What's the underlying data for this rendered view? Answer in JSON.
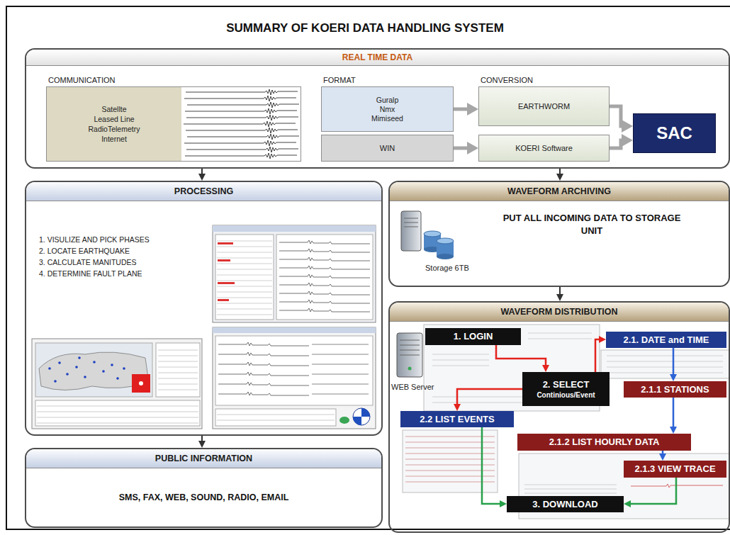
{
  "diagram": {
    "title": "SUMMARY OF KOERI DATA HANDLING SYSTEM",
    "nodes": [
      {
        "text": [
          "REAL TIME DATA"
        ]
      },
      {
        "text": [
          "COMMUNICATION",
          "Satellte",
          "Leased Line",
          "RadioTelemetry",
          "Internet"
        ],
        "in": 0
      },
      {
        "text": [
          "FORMAT",
          "Guralp",
          "Nmx",
          "Mimiseed"
        ],
        "in": 0
      },
      {
        "text": [
          "WIN"
        ],
        "in": 0
      },
      {
        "text": [
          "CONVERSION",
          "EARTHWORM"
        ],
        "in": 0
      },
      {
        "text": [
          "KOERI Software"
        ],
        "in": 0
      },
      {
        "text": [
          "SAC"
        ],
        "in": 0
      },
      {
        "text": [
          "PROCESSING",
          "1. VISULIZE AND PICK PHASES",
          "2. LOCATE EARTHQUAKE",
          "3. CALCULATE MANITUDES",
          "4. DETERMINE FAULT PLANE"
        ]
      },
      {
        "text": [
          "PUBLIC INFORMATION",
          "SMS, FAX, WEB, SOUND, RADIO, EMAIL"
        ]
      },
      {
        "text": [
          "WAVEFORM ARCHIVING",
          "PUT ALL INCOMING DATA TO STORAGE UNIT"
        ]
      },
      {
        "text": [
          "WAVEFORM DISTRIBUTION"
        ]
      },
      {
        "text": [
          "1. LOGIN"
        ],
        "in": 10
      },
      {
        "text": [
          "2. SELECT",
          "Continious/Event"
        ],
        "in": 10
      },
      {
        "text": [
          "2.1. DATE and TIME"
        ],
        "in": 10
      },
      {
        "text": [
          "2.1.1 STATIONS"
        ],
        "in": 10
      },
      {
        "text": [
          "2.2 LIST EVENTS"
        ],
        "in": 10
      },
      {
        "text": [
          "2.1.2 LIST HOURLY DATA"
        ],
        "in": 10
      },
      {
        "text": [
          "2.1.3 VIEW TRACE"
        ],
        "in": 10
      },
      {
        "text": [
          "3. DOWNLOAD"
        ],
        "in": 10
      }
    ],
    "edges": [
      {
        "from": 0,
        "to": 7,
        "arrow": "to"
      },
      {
        "from": 0,
        "to": 9,
        "arrow": "to"
      },
      {
        "from": 9,
        "to": 10,
        "arrow": "to"
      },
      {
        "from": 7,
        "to": 8,
        "arrow": "to"
      },
      {
        "from": 2,
        "to": 4,
        "arrow": "to"
      },
      {
        "from": 3,
        "to": 5,
        "arrow": "to"
      },
      {
        "from": 4,
        "to": 6,
        "arrow": "to"
      },
      {
        "from": 5,
        "to": 6,
        "arrow": "to"
      },
      {
        "from": 11,
        "to": 12,
        "arrow": "to"
      },
      {
        "from": 12,
        "to": 13,
        "arrow": "to"
      },
      {
        "from": 12,
        "to": 15,
        "arrow": "to"
      },
      {
        "from": 13,
        "to": 14,
        "arrow": "to"
      },
      {
        "from": 14,
        "to": 16,
        "arrow": "to"
      },
      {
        "from": 16,
        "to": 17,
        "arrow": "to"
      },
      {
        "from": 17,
        "to": 18,
        "arrow": "to"
      },
      {
        "from": 15,
        "to": 18,
        "arrow": "to"
      }
    ],
    "labels": [
      "Storage 6TB",
      "WEB Server"
    ]
  }
}
